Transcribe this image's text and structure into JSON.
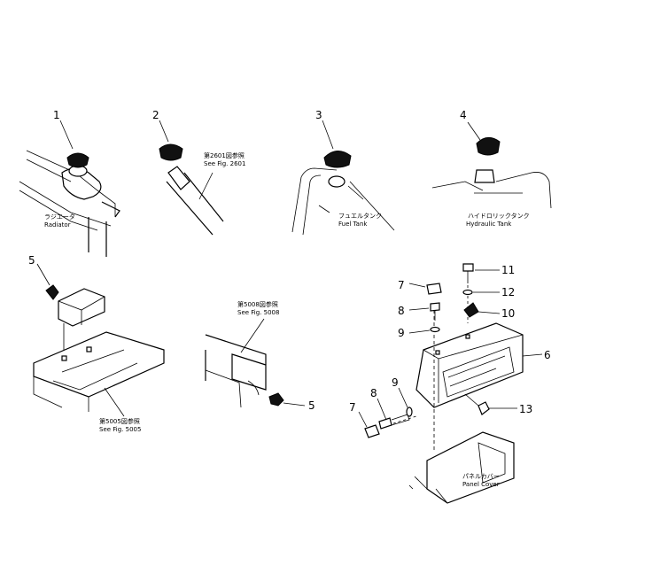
{
  "callouts": {
    "n1": "1",
    "n2": "2",
    "n3": "3",
    "n4": "4",
    "n5a": "5",
    "n5b": "5",
    "n6": "6",
    "n7a": "7",
    "n7b": "7",
    "n8a": "8",
    "n8b": "8",
    "n9a": "9",
    "n9b": "9",
    "n10": "10",
    "n11": "11",
    "n12": "12",
    "n13": "13"
  },
  "labels": {
    "radiator_jp": "ラジエータ",
    "radiator_en": "Radiator",
    "fig2601_jp": "第2601図参照",
    "fig2601_en": "See Fig. 2601",
    "fueltank_jp": "フュエルタンク",
    "fueltank_en": "Fuel Tank",
    "hydtank_jp": "ハイドロリックタンク",
    "hydtank_en": "Hydraulic Tank",
    "fig5008_jp": "第5008図参照",
    "fig5008_en": "See Fig. 5008",
    "fig5005_jp": "第5005図参照",
    "fig5005_en": "See Fig. 5005",
    "panelcover_jp": "パネルカバー",
    "panelcover_en": "Panel Cover"
  }
}
